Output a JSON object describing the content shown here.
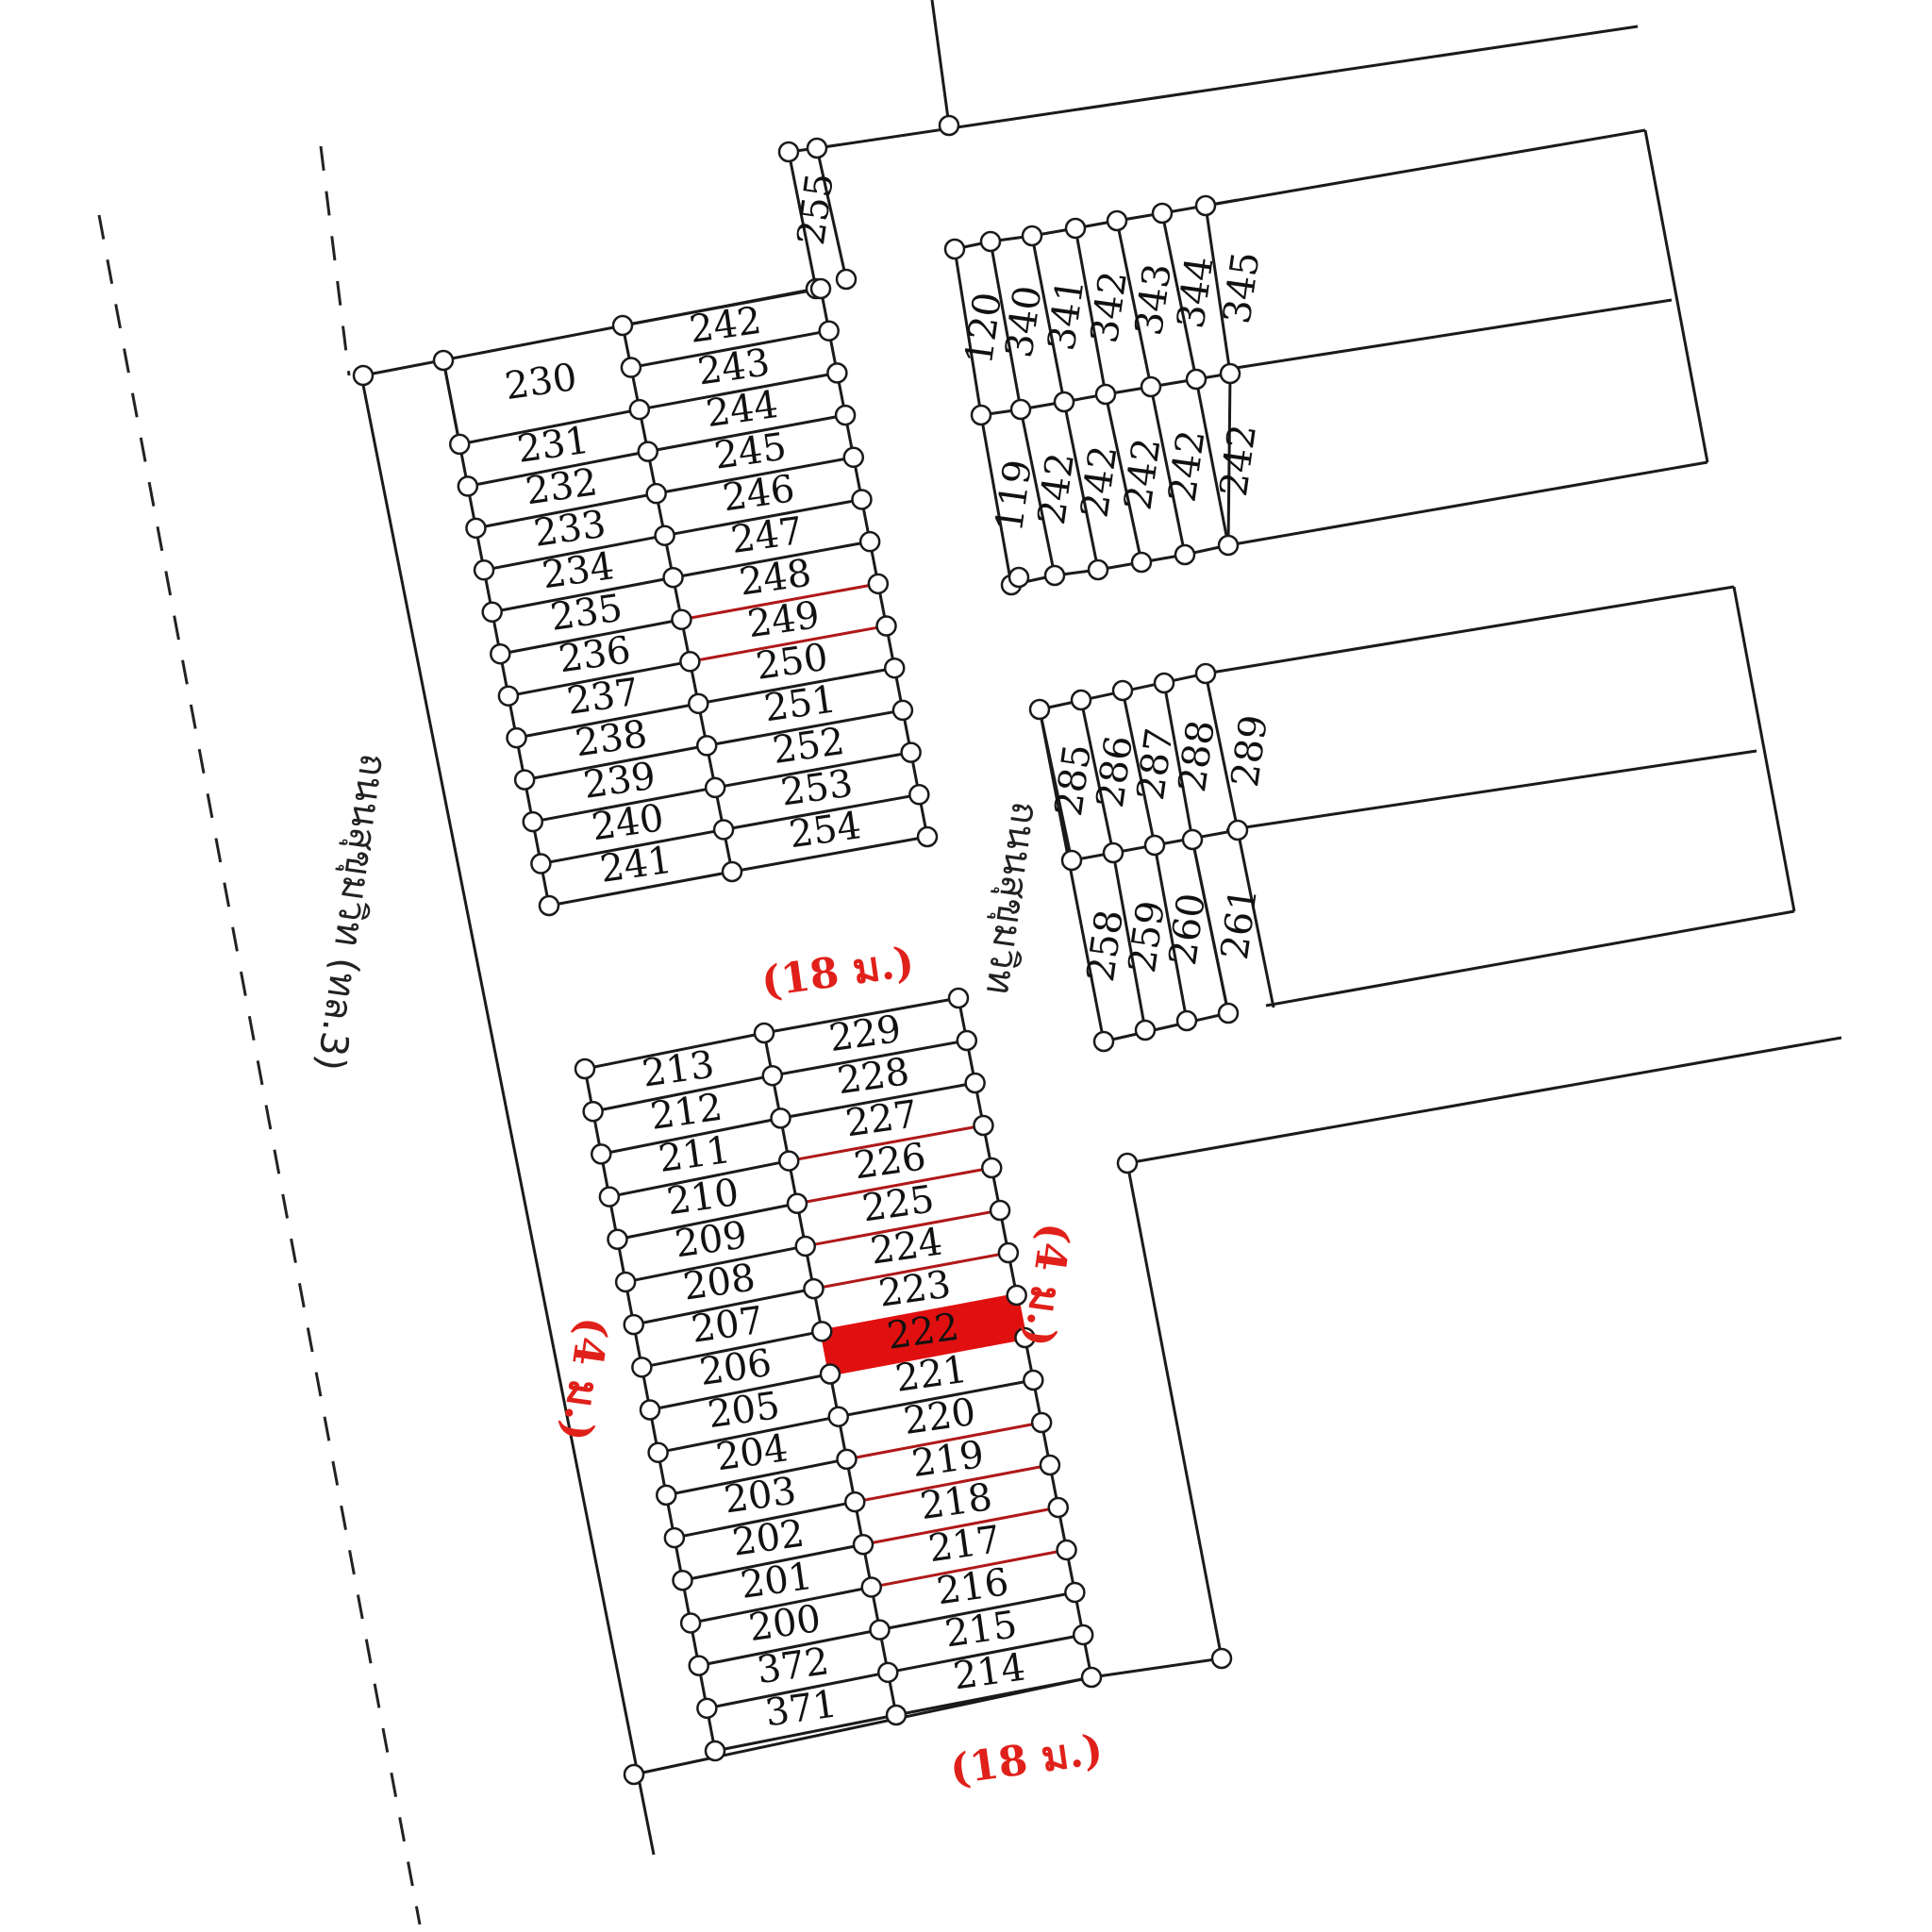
{
  "roads": {
    "main_road": "ถนนสุขุมวิท (ทล.3)",
    "side_road": "ถนนสุขุมวิท"
  },
  "dimensions": {
    "top_width": "(18 ม.)",
    "bottom_width": "(18 ม.)",
    "left_depth": "(4 ม.)",
    "right_depth": "(4 ม.)"
  },
  "highlighted_lot": "222",
  "highlight_color": "#e11010",
  "boundary_red": "#b01818",
  "upper_block": {
    "connector_lot": "255",
    "top_lot": "242",
    "big_lot": "230",
    "left_column": [
      "231",
      "232",
      "233",
      "234",
      "235",
      "236",
      "237",
      "238",
      "239",
      "240",
      "241"
    ],
    "right_column": [
      "243",
      "244",
      "245",
      "246",
      "247",
      "248",
      "249",
      "250",
      "251",
      "252",
      "253",
      "254"
    ]
  },
  "lower_block": {
    "left_column": [
      "213",
      "212",
      "211",
      "210",
      "209",
      "208",
      "207",
      "206",
      "205",
      "204",
      "203",
      "202",
      "201",
      "200",
      "372",
      "371"
    ],
    "right_column": [
      "229",
      "228",
      "227",
      "226",
      "225",
      "224",
      "223",
      "222",
      "221",
      "220",
      "219",
      "218",
      "217",
      "216",
      "215",
      "214"
    ]
  },
  "right_upper_block": {
    "top_row": [
      "120",
      "340",
      "341",
      "342",
      "343",
      "344",
      "345"
    ],
    "bottom_row": [
      "119",
      "242",
      "242",
      "242",
      "242",
      "242"
    ]
  },
  "right_lower_block": {
    "top_row": [
      "285",
      "286",
      "287",
      "288",
      "289"
    ],
    "bottom_row": [
      "258",
      "259",
      "260",
      "261"
    ]
  }
}
